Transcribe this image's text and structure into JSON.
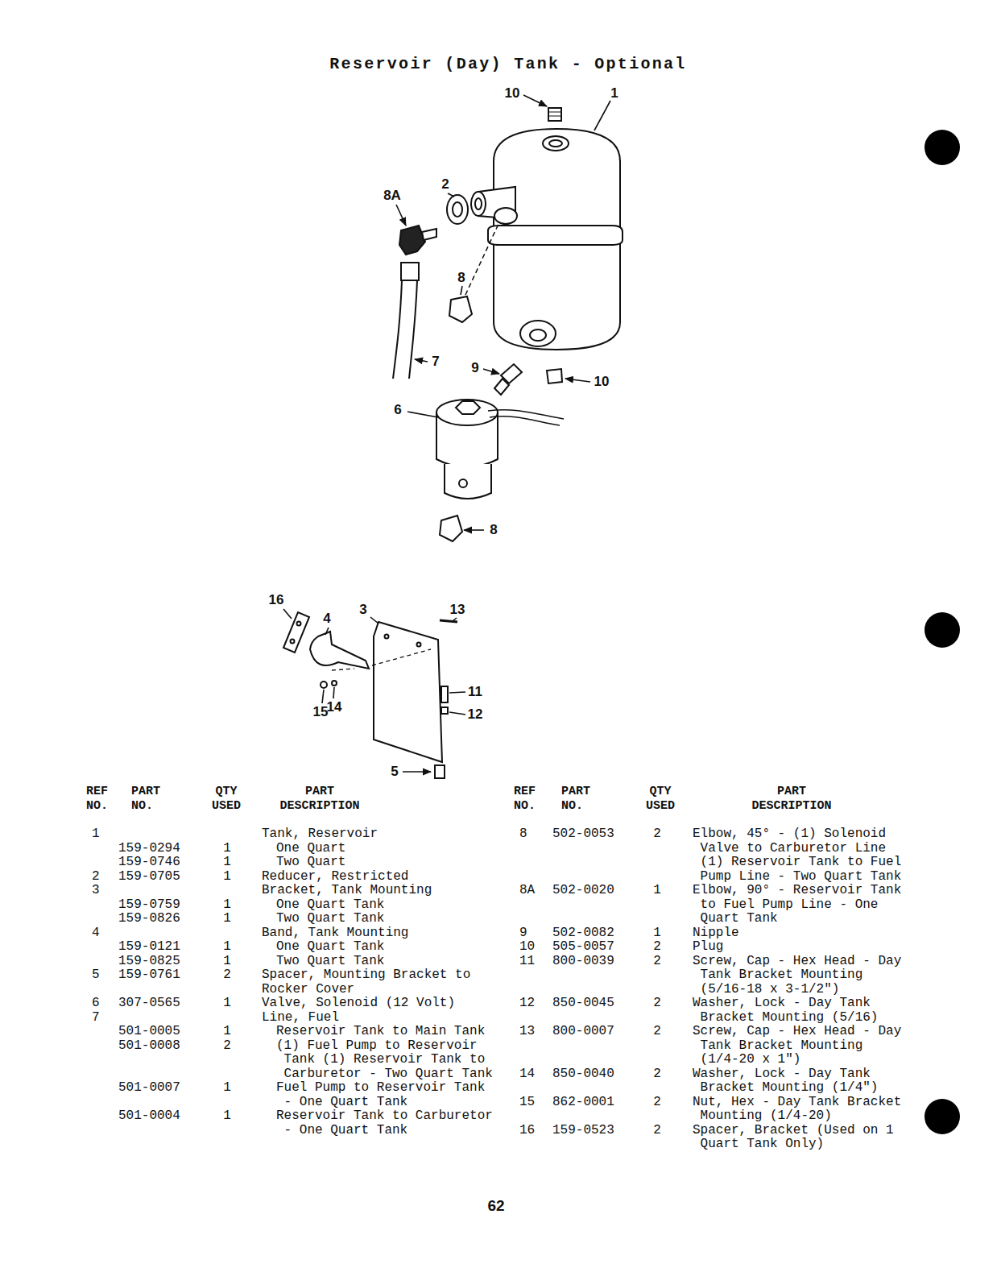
{
  "diagram": {
    "title": "Reservoir (Day) Tank - Optional",
    "labels": [
      "10",
      "1",
      "8A",
      "2",
      "8",
      "7",
      "9",
      "10",
      "6",
      "8",
      "16",
      "3",
      "13",
      "4",
      "11",
      "12",
      "15",
      "14",
      "5",
      "REF NO.",
      "PART NO.",
      "QTY USED",
      "PART DESCRIPTION",
      "REF NO.",
      "PART NO.",
      "QTY USED",
      "PART DESCRIPTION",
      "1",
      "Tank, Reservoir",
      "159-0294",
      "1",
      "One Quart",
      "159-0746",
      "1",
      "Two Quart",
      "2",
      "159-0705",
      "1",
      "Reducer, Restricted",
      "3",
      "Bracket, Tank Mounting",
      "159-0759",
      "1",
      "One Quart Tank",
      "159-0826",
      "1",
      "Two Quart Tank",
      "4",
      "Band, Tank Mounting",
      "159-0121",
      "1",
      "One Quart Tank",
      "159-0825",
      "1",
      "Two Quart Tank",
      "5",
      "159-0761",
      "2",
      "Spacer, Mounting Bracket to Rocker Cover",
      "6",
      "307-0565",
      "1",
      "Valve, Solenoid (12 Volt)",
      "7",
      "Line, Fuel",
      "501-0005",
      "1",
      "Reservoir Tank to Main Tank",
      "501-0008",
      "2",
      "(1) Fuel Pump to Reservoir Tank (1) Reservoir Tank to Carburetor - Two Quart Tank",
      "501-0007",
      "1",
      "Fuel Pump to Reservoir Tank - One Quart Tank",
      "501-0004",
      "1",
      "Reservoir Tank to Carburetor - One Quart Tank",
      "8",
      "502-0053",
      "2",
      "Elbow, 45° - (1) Solenoid Valve to Carburetor Line (1) Reservoir Tank to Fuel Pump Line - Two Quart Tank",
      "8A",
      "502-0020",
      "1",
      "Elbow, 90° - Reservoir Tank to Fuel Pump Line - One Quart Tank",
      "9",
      "502-0082",
      "1",
      "Nipple",
      "10",
      "505-0057",
      "2",
      "Plug",
      "11",
      "800-0039",
      "2",
      "Screw, Cap - Hex Head - Day Tank Bracket Mounting (5/16-18 x 3-1/2\")",
      "12",
      "850-0045",
      "2",
      "Washer, Lock - Day Tank Bracket Mounting (5/16)",
      "13",
      "800-0007",
      "2",
      "Screw, Cap - Hex Head - Day Tank Bracket Mounting (1/4-20 x 1\")",
      "14",
      "850-0040",
      "2",
      "Washer, Lock - Day Tank Bracket Mounting (1/4\")",
      "15",
      "862-0001",
      "2",
      "Nut, Hex - Day Tank Bracket Mounting (1/4-20)",
      "16",
      "159-0523",
      "2",
      "Spacer, Bracket (Used on 1 Quart Tank Only)",
      "62"
    ]
  }
}
